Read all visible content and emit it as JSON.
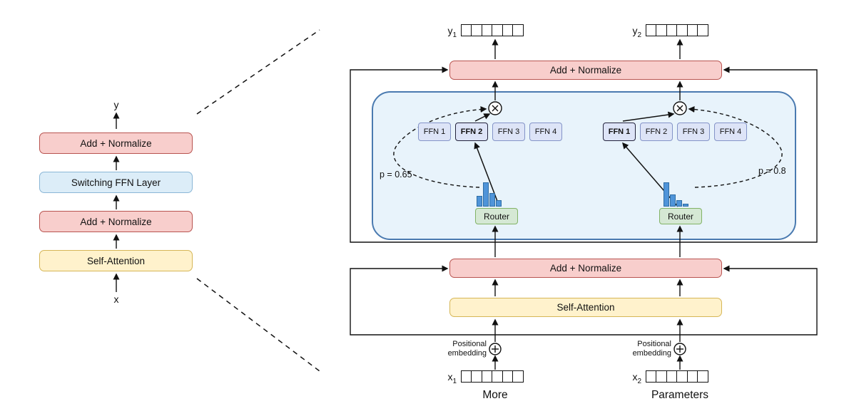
{
  "colors": {
    "add_normalize_fill": "#f8cecc",
    "add_normalize_border": "#b85450",
    "self_attention_fill": "#fff2cc",
    "self_attention_border": "#d6b656",
    "switch_layer_fill": "#e8f3fb",
    "switch_layer_border": "#4a7ab0",
    "ffn_fill": "#dde4f7",
    "router_fill": "#d5e8d4",
    "router_border": "#82b366",
    "histogram_bar": "#4f94d9"
  },
  "left_diagram": {
    "output_label": "y",
    "input_label": "x",
    "blocks": [
      {
        "label": "Add + Normalize"
      },
      {
        "label": "Switching FFN Layer"
      },
      {
        "label": "Add + Normalize"
      },
      {
        "label": "Self-Attention"
      }
    ]
  },
  "right_diagram": {
    "top": {
      "add_normalize_label": "Add + Normalize",
      "outputs": [
        {
          "base": "y",
          "sub": "1",
          "cells": 6
        },
        {
          "base": "y",
          "sub": "2",
          "cells": 6
        }
      ]
    },
    "switch_layer": {
      "left_expert_group": {
        "ffn_labels": [
          "FFN 1",
          "FFN 2",
          "FFN 3",
          "FFN 4"
        ],
        "selected_index": 1,
        "probability_label": "p = 0.65",
        "router_label": "Router",
        "histogram": [
          0.45,
          1.0,
          0.55,
          0.26
        ]
      },
      "right_expert_group": {
        "ffn_labels": [
          "FFN 1",
          "FFN 2",
          "FFN 3",
          "FFN 4"
        ],
        "selected_index": 0,
        "probability_label": "p = 0.8",
        "router_label": "Router",
        "histogram": [
          1.0,
          0.5,
          0.26,
          0.12
        ]
      }
    },
    "middle": {
      "add_normalize_label": "Add + Normalize",
      "self_attention_label": "Self-Attention"
    },
    "bottom": {
      "positional_embedding_label": "Positional\nembedding",
      "inputs": [
        {
          "base": "x",
          "sub": "1",
          "word": "More",
          "cells": 6
        },
        {
          "base": "x",
          "sub": "2",
          "word": "Parameters",
          "cells": 6
        }
      ]
    }
  }
}
